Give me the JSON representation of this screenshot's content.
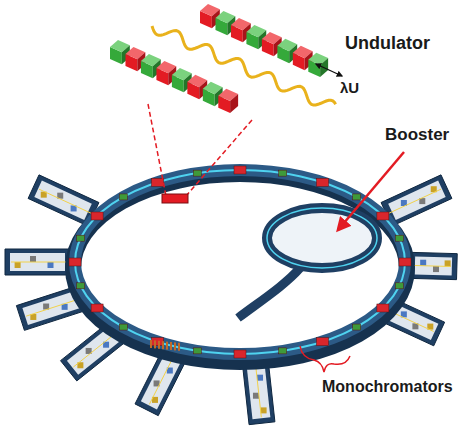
{
  "diagram": {
    "labels": [
      "Undulator",
      "λU",
      "Booster",
      "Monochromators"
    ]
  }
}
